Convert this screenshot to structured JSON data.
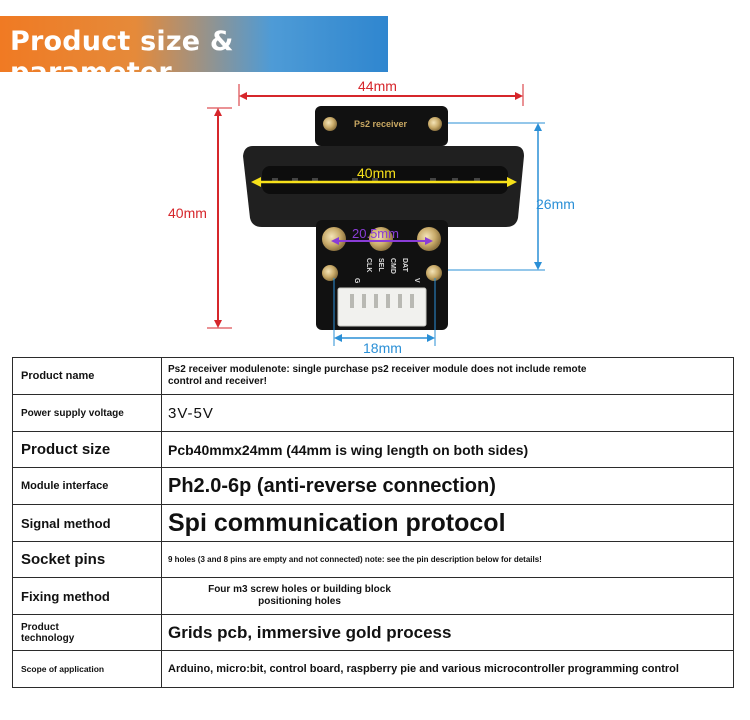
{
  "banner": {
    "title": "Product size & parameter"
  },
  "dimensions": {
    "wing_width": "44mm",
    "connector_width": "40mm",
    "height": "40mm",
    "right_height": "26mm",
    "hole_spacing": "20.5mm",
    "bottom_width": "18mm"
  },
  "board": {
    "silkscreen": "Ps2 receiver",
    "pins": [
      "G",
      "CLK",
      "SEL",
      "CMD",
      "DAT",
      "V"
    ]
  },
  "colors": {
    "dimension_red": "#d6262b",
    "dimension_blue": "#2a8fd6",
    "dimension_yellow": "#f7e11a"
  },
  "spec_table": [
    {
      "label": "Product name",
      "value": "Ps2 receiver modulenote: single purchase ps2 receiver module does not include remote control and receiver!"
    },
    {
      "label": "Power supply voltage",
      "value": "3V-5V"
    },
    {
      "label": "Product size",
      "value": "Pcb40mmx24mm (44mm is wing length on both sides)"
    },
    {
      "label": "Module interface",
      "value": "Ph2.0-6p (anti-reverse connection)"
    },
    {
      "label": "Signal method",
      "value": "Spi communication protocol"
    },
    {
      "label": "Socket pins",
      "value": "9 holes (3 and 8 pins are empty and not connected) note: see the pin description below for details!"
    },
    {
      "label": "Fixing method",
      "value": "Four m3 screw holes or building block positioning holes"
    },
    {
      "label": "Product technology",
      "value": "Grids pcb, immersive gold process"
    },
    {
      "label": "Scope of application",
      "value": "Arduino, micro:bit, control board, raspberry pie and various microcontroller programming control"
    }
  ]
}
